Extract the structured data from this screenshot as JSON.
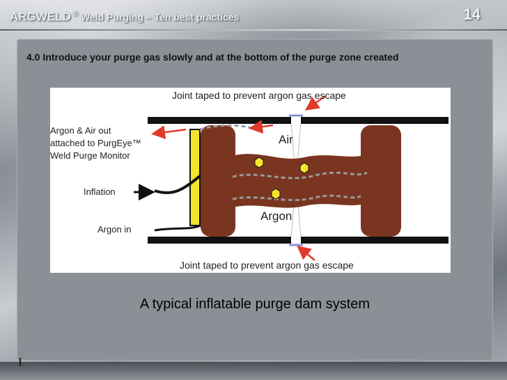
{
  "header": {
    "brand": "ARGWELD",
    "registered_mark": "®",
    "subtitle": "Weld Purging – Ten best practices",
    "page_number": "14"
  },
  "section": {
    "heading": "4.0 Introduce your purge gas slowly and at the bottom of the purge zone created"
  },
  "figure": {
    "label_top": "Joint taped to prevent argon gas escape",
    "label_bottom": "Joint taped to prevent argon gas escape",
    "label_argon_air_1": "Argon & Air out",
    "label_argon_air_2": "attached to PurgEye™",
    "label_argon_air_3": "Weld Purge Monitor",
    "label_inflation": "Inflation",
    "label_argon_in": "Argon in",
    "label_air": "Air",
    "label_argon": "Argon",
    "colors": {
      "pipe": "#111111",
      "dam": "#7a3520",
      "seal": "#f5e52a",
      "arrow": "#e03a2a",
      "flow": "#9a9a9a",
      "tape": "#8a8fd0"
    }
  },
  "caption": "A typical inflatable purge dam system"
}
